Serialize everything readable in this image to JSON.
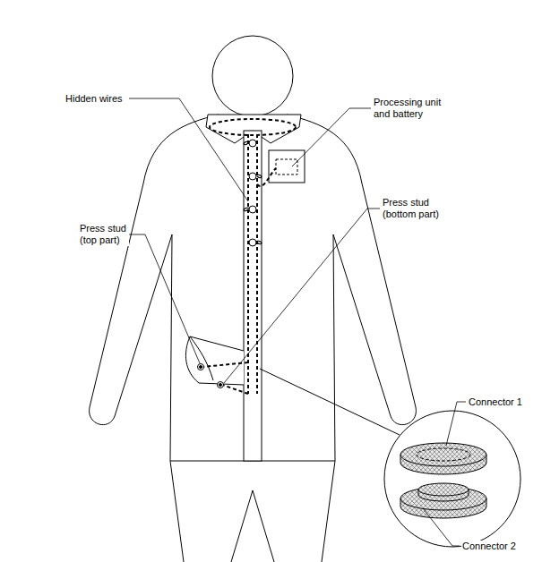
{
  "diagram": {
    "labels": [
      "Hidden wires",
      "Press stud (top part)",
      "Processing unit and battery",
      "Press stud (bottom part)",
      "Connector 1",
      "Connector 2"
    ]
  }
}
